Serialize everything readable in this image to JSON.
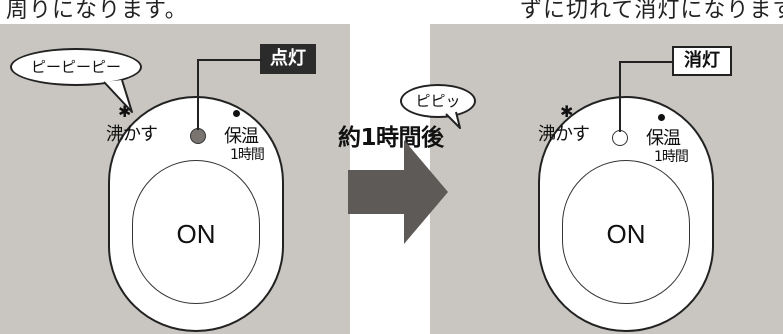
{
  "header": {
    "left_text": "周りになります。",
    "right_text": "ずに切れて消灯になります。"
  },
  "left_panel": {
    "bubble": "ピーピーピー",
    "tag": "点灯",
    "boil_label": "沸かす",
    "keep_label": "保温",
    "hour_label": "1時間",
    "on_label": "ON",
    "lamp_state": "lit"
  },
  "middle": {
    "caption": "約1時間後"
  },
  "right_panel": {
    "bubble": "ピピッ",
    "tag": "消灯",
    "boil_label": "沸かす",
    "keep_label": "保温",
    "hour_label": "1時間",
    "on_label": "ON",
    "lamp_state": "unlit"
  },
  "colors": {
    "panel_bg": "#c9c6c1",
    "arrow": "#5e5a57",
    "tag_dark": "#2b2b2b",
    "lamp_lit": "#7a7470"
  },
  "icons": {
    "boil": "sun-icon",
    "keep": "dot-icon",
    "transition": "right-arrow-icon"
  }
}
